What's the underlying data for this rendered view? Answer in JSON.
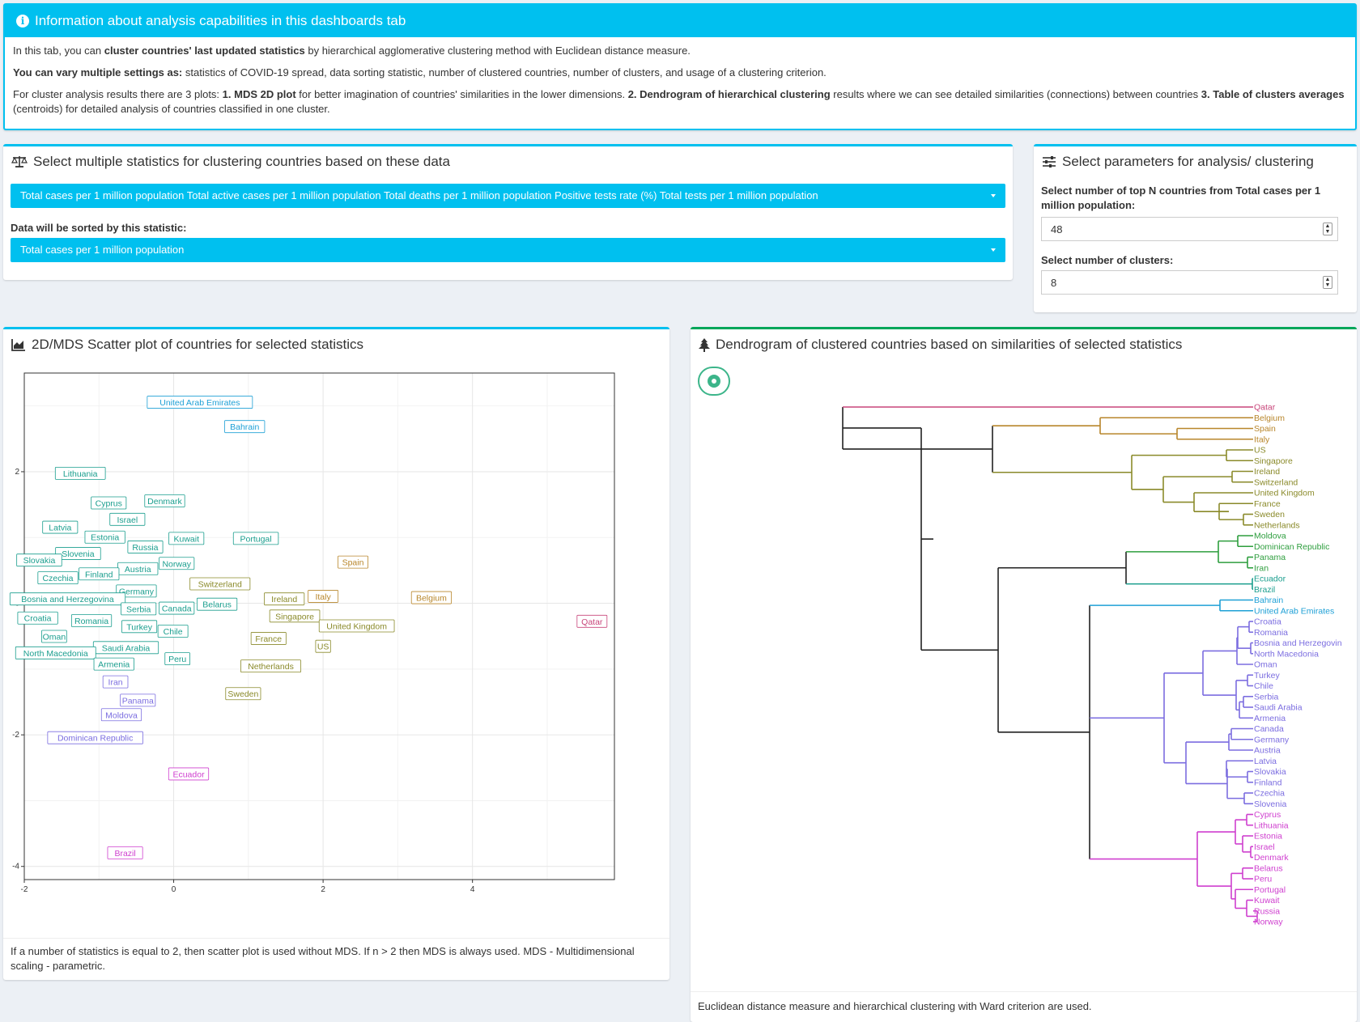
{
  "info": {
    "title": "Information about analysis capabilities in this dashboards tab",
    "p1_a": "In this tab, you can ",
    "p1_b": "cluster countries' last updated statistics",
    "p1_c": " by hierarchical agglomerative clustering method with Euclidean distance measure.",
    "p2_a": "You can vary multiple settings as:",
    "p2_b": " statistics of COVID-19 spread, data sorting statistic, number of clustered countries, number of clusters, and usage of a clustering criterion.",
    "p3_a": "For cluster analysis results there are 3 plots: ",
    "p3_b": "1. MDS 2D plot",
    "p3_c": " for better imagination of countries' similarities in the lower dimensions. ",
    "p3_d": "2. Dendrogram of hierarchical clustering",
    "p3_e": " results where we can see detailed similarities (connections) between countries ",
    "p3_f": "3. Table of clusters averages",
    "p3_g": " (centroids) for detailed analysis of countries classified in one cluster."
  },
  "stats_box": {
    "title": "Select multiple statistics for clustering countries based on these data",
    "selected_statistics": "Total cases per 1 million population Total active cases per 1 million population Total deaths per 1 million population Positive tests rate (%) Total tests per 1 million population",
    "sort_label": "Data will be sorted by this statistic:",
    "sort_value": "Total cases per 1 million population"
  },
  "params_box": {
    "title": "Select parameters for analysis/ clustering",
    "topn_label": "Select number of top N countries from Total cases per 1 million population:",
    "topn_value": "48",
    "clusters_label": "Select number of clusters:",
    "clusters_value": "8"
  },
  "scatter_box": {
    "title": "2D/MDS Scatter plot of countries for selected statistics",
    "footer": "If a number of statistics is equal to 2, then scatter plot is used without MDS. If n > 2 then MDS is always used. MDS - Multidimensional scaling - parametric."
  },
  "dendro_box": {
    "title": "Dendrogram of clustered countries based on similarities of selected statistics",
    "footer": "Euclidean distance measure and hierarchical clustering with Ward criterion are used."
  },
  "cluster_colors": {
    "c1": "#c8457a",
    "c2": "#b8862b",
    "c3": "#8a8a2a",
    "c4": "#2e9e3e",
    "c5": "#1a9e8e",
    "c6": "#1ea0d6",
    "c7": "#7b6de0",
    "c8": "#cf3fcf"
  },
  "chart_data": {
    "type": "scatter",
    "xlim": [
      -2,
      5.9
    ],
    "ylim": [
      -4.2,
      3.5
    ],
    "x_ticks": [
      -2,
      0,
      2,
      4
    ],
    "y_ticks": [
      -4,
      -2,
      0,
      2
    ],
    "grid": true,
    "points": [
      {
        "label": "United Arab Emirates",
        "x": 0.35,
        "y": 3.05,
        "cluster": "c6"
      },
      {
        "label": "Bahrain",
        "x": 0.95,
        "y": 2.68,
        "cluster": "c6"
      },
      {
        "label": "Lithuania",
        "x": -1.25,
        "y": 1.97,
        "cluster": "c5"
      },
      {
        "label": "Cyprus",
        "x": -0.87,
        "y": 1.52,
        "cluster": "c5"
      },
      {
        "label": "Denmark",
        "x": -0.12,
        "y": 1.55,
        "cluster": "c5"
      },
      {
        "label": "Israel",
        "x": -0.62,
        "y": 1.27,
        "cluster": "c5"
      },
      {
        "label": "Latvia",
        "x": -1.52,
        "y": 1.15,
        "cluster": "c5"
      },
      {
        "label": "Estonia",
        "x": -0.92,
        "y": 1.0,
        "cluster": "c5"
      },
      {
        "label": "Kuwait",
        "x": 0.17,
        "y": 0.98,
        "cluster": "c5"
      },
      {
        "label": "Portugal",
        "x": 1.1,
        "y": 0.98,
        "cluster": "c5"
      },
      {
        "label": "Russia",
        "x": -0.38,
        "y": 0.85,
        "cluster": "c5"
      },
      {
        "label": "Slovenia",
        "x": -1.28,
        "y": 0.75,
        "cluster": "c5"
      },
      {
        "label": "Slovakia",
        "x": -1.8,
        "y": 0.65,
        "cluster": "c5"
      },
      {
        "label": "Norway",
        "x": 0.04,
        "y": 0.6,
        "cluster": "c5"
      },
      {
        "label": "Austria",
        "x": -0.48,
        "y": 0.52,
        "cluster": "c5"
      },
      {
        "label": "Czechia",
        "x": -1.55,
        "y": 0.38,
        "cluster": "c5"
      },
      {
        "label": "Finland",
        "x": -1.0,
        "y": 0.44,
        "cluster": "c5"
      },
      {
        "label": "Switzerland",
        "x": 0.62,
        "y": 0.29,
        "cluster": "c3"
      },
      {
        "label": "Germany",
        "x": -0.5,
        "y": 0.18,
        "cluster": "c5"
      },
      {
        "label": "Spain",
        "x": 2.4,
        "y": 0.62,
        "cluster": "c2"
      },
      {
        "label": "Bosnia and Herzegovina",
        "x": -1.42,
        "y": 0.06,
        "cluster": "c5"
      },
      {
        "label": "Ireland",
        "x": 1.48,
        "y": 0.06,
        "cluster": "c3"
      },
      {
        "label": "Italy",
        "x": 2.0,
        "y": 0.1,
        "cluster": "c2"
      },
      {
        "label": "Belgium",
        "x": 3.45,
        "y": 0.08,
        "cluster": "c2"
      },
      {
        "label": "Belarus",
        "x": 0.58,
        "y": -0.02,
        "cluster": "c5"
      },
      {
        "label": "Serbia",
        "x": -0.47,
        "y": -0.09,
        "cluster": "c5"
      },
      {
        "label": "Canada",
        "x": 0.04,
        "y": -0.08,
        "cluster": "c5"
      },
      {
        "label": "Singapore",
        "x": 1.62,
        "y": -0.2,
        "cluster": "c3"
      },
      {
        "label": "Croatia",
        "x": -1.82,
        "y": -0.23,
        "cluster": "c5"
      },
      {
        "label": "Romania",
        "x": -1.1,
        "y": -0.27,
        "cluster": "c5"
      },
      {
        "label": "Qatar",
        "x": 5.6,
        "y": -0.28,
        "cluster": "c1"
      },
      {
        "label": "Turkey",
        "x": -0.46,
        "y": -0.36,
        "cluster": "c5"
      },
      {
        "label": "United Kingdom",
        "x": 2.45,
        "y": -0.35,
        "cluster": "c3"
      },
      {
        "label": "Chile",
        "x": -0.01,
        "y": -0.43,
        "cluster": "c5"
      },
      {
        "label": "Oman",
        "x": -1.6,
        "y": -0.51,
        "cluster": "c5"
      },
      {
        "label": "France",
        "x": 1.27,
        "y": -0.54,
        "cluster": "c3"
      },
      {
        "label": "US",
        "x": 2.0,
        "y": -0.66,
        "cluster": "c3"
      },
      {
        "label": "Saudi Arabia",
        "x": -0.64,
        "y": -0.68,
        "cluster": "c5"
      },
      {
        "label": "North Macedonia",
        "x": -1.58,
        "y": -0.76,
        "cluster": "c5"
      },
      {
        "label": "Peru",
        "x": 0.05,
        "y": -0.85,
        "cluster": "c5"
      },
      {
        "label": "Armenia",
        "x": -0.8,
        "y": -0.93,
        "cluster": "c5"
      },
      {
        "label": "Netherlands",
        "x": 1.3,
        "y": -0.96,
        "cluster": "c3"
      },
      {
        "label": "Iran",
        "x": -0.78,
        "y": -1.2,
        "cluster": "c7"
      },
      {
        "label": "Sweden",
        "x": 0.93,
        "y": -1.38,
        "cluster": "c3"
      },
      {
        "label": "Panama",
        "x": -0.48,
        "y": -1.48,
        "cluster": "c7"
      },
      {
        "label": "Moldova",
        "x": -0.7,
        "y": -1.7,
        "cluster": "c7"
      },
      {
        "label": "Dominican Republic",
        "x": -1.05,
        "y": -2.05,
        "cluster": "c7"
      },
      {
        "label": "Ecuador",
        "x": 0.2,
        "y": -2.6,
        "cluster": "c8"
      },
      {
        "label": "Brazil",
        "x": -0.65,
        "y": -3.8,
        "cluster": "c8"
      }
    ]
  },
  "dendrogram": {
    "leaves": [
      {
        "label": "Qatar",
        "cluster": "c1"
      },
      {
        "label": "Belgium",
        "cluster": "c2"
      },
      {
        "label": "Spain",
        "cluster": "c2"
      },
      {
        "label": "Italy",
        "cluster": "c2"
      },
      {
        "label": "US",
        "cluster": "c3"
      },
      {
        "label": "Singapore",
        "cluster": "c3"
      },
      {
        "label": "Ireland",
        "cluster": "c3"
      },
      {
        "label": "Switzerland",
        "cluster": "c3"
      },
      {
        "label": "United Kingdom",
        "cluster": "c3"
      },
      {
        "label": "France",
        "cluster": "c3"
      },
      {
        "label": "Sweden",
        "cluster": "c3"
      },
      {
        "label": "Netherlands",
        "cluster": "c3"
      },
      {
        "label": "Moldova",
        "cluster": "c4"
      },
      {
        "label": "Dominican Republic",
        "cluster": "c4"
      },
      {
        "label": "Panama",
        "cluster": "c4"
      },
      {
        "label": "Iran",
        "cluster": "c4"
      },
      {
        "label": "Ecuador",
        "cluster": "c5"
      },
      {
        "label": "Brazil",
        "cluster": "c5"
      },
      {
        "label": "Bahrain",
        "cluster": "c6"
      },
      {
        "label": "United Arab Emirates",
        "cluster": "c6"
      },
      {
        "label": "Croatia",
        "cluster": "c7"
      },
      {
        "label": "Romania",
        "cluster": "c7"
      },
      {
        "label": "Bosnia and Herzegovin",
        "cluster": "c7"
      },
      {
        "label": "North Macedonia",
        "cluster": "c7"
      },
      {
        "label": "Oman",
        "cluster": "c7"
      },
      {
        "label": "Turkey",
        "cluster": "c7"
      },
      {
        "label": "Chile",
        "cluster": "c7"
      },
      {
        "label": "Serbia",
        "cluster": "c7"
      },
      {
        "label": "Saudi Arabia",
        "cluster": "c7"
      },
      {
        "label": "Armenia",
        "cluster": "c7"
      },
      {
        "label": "Canada",
        "cluster": "c7"
      },
      {
        "label": "Germany",
        "cluster": "c7"
      },
      {
        "label": "Austria",
        "cluster": "c7"
      },
      {
        "label": "Latvia",
        "cluster": "c7"
      },
      {
        "label": "Slovakia",
        "cluster": "c7"
      },
      {
        "label": "Finland",
        "cluster": "c7"
      },
      {
        "label": "Czechia",
        "cluster": "c7"
      },
      {
        "label": "Slovenia",
        "cluster": "c7"
      },
      {
        "label": "Cyprus",
        "cluster": "c8"
      },
      {
        "label": "Lithuania",
        "cluster": "c8"
      },
      {
        "label": "Estonia",
        "cluster": "c8"
      },
      {
        "label": "Israel",
        "cluster": "c8"
      },
      {
        "label": "Denmark",
        "cluster": "c8"
      },
      {
        "label": "Belarus",
        "cluster": "c8"
      },
      {
        "label": "Peru",
        "cluster": "c8"
      },
      {
        "label": "Portugal",
        "cluster": "c8"
      },
      {
        "label": "Kuwait",
        "cluster": "c8"
      },
      {
        "label": "Russia",
        "cluster": "c8"
      },
      {
        "label": "Norway",
        "cluster": "c8"
      }
    ]
  }
}
